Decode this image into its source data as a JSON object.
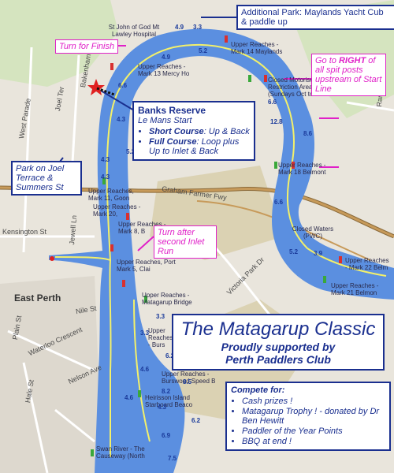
{
  "streets": {
    "west_parade": "West Parade",
    "joel_ter": "Joel Ter",
    "bakenham_st": "Bakenham St",
    "kensington_st": "Kensington St",
    "jewell_ln": "Jewell Ln",
    "nile_st": "Nile St",
    "plain_st": "Plain St",
    "waterloo_cres": "Waterloo Crescent",
    "hale_st": "Hale St",
    "nelson_ave": "Nelson Ave",
    "graham_farmer": "Graham Farmer Fwy",
    "victoria_park_dr": "Victoria Park Dr",
    "rank_rd": "Rank Rd"
  },
  "places": {
    "east_perth": "East Perth",
    "hospital": "St John of God Mt Lawley Hospital",
    "closed_waters": "Closed Waters (PWC)",
    "heirisson": "Heirisson Island Starboard Beaco",
    "swan_river": "Swan River - The Causeway (North"
  },
  "marks": {
    "m14": "Upper Reaches - Mark 14 Maylands",
    "m13": "Upper Reaches - Mark 13 Mercy Ho",
    "closed_motor": "Closed Motorised Restriction Area (Sundays Oct to",
    "m18": "Upper Reaches - Mark 18 Belmont",
    "m11": "Upper Reaches, Mark 11, Goon",
    "m20": "Upper Reaches - Mark 20,",
    "m8": "Upper Reaches - Mark 8, B",
    "m22": "Upper Reaches - Mark 22 Belm",
    "m21": "Upper Reaches - Mark 21 Belmon",
    "m5": "Upper Reaches, Port Mark 5, Clai",
    "matagarup": "Upper Reaches - Matagarup Bridge",
    "burswood_speed": "Upper Reaches - Burswood Speed B",
    "burswood_mark": "Upper Reaches - Burs"
  },
  "depths": [
    "4.9",
    "3.3",
    "5.2",
    "4.9",
    "6.6",
    "6.6",
    "12.8",
    "4.3",
    "5.2",
    "4.3",
    "8.6",
    "6.6",
    "5.2",
    "3.9",
    "3.3",
    "3.3",
    "8.5",
    "6.2",
    "4.3",
    "4.6",
    "8.2",
    "4.6",
    "6.9",
    "6.2",
    "7.5",
    "4.3"
  ],
  "callouts": {
    "additional_park": "Additional Park: Maylands Yacht Cub & paddle up",
    "turn_finish": "Turn for Finish",
    "go_right_1": "Go to ",
    "go_right_2": "RIGHT",
    "go_right_3": " of all spit posts upstream of Start Line",
    "turn_after": "Turn after second Inlet Run",
    "park_joel": "Park on Joel Terrace & Summers St"
  },
  "banks": {
    "title": "Banks Reserve",
    "subtitle": "Le Mans Start",
    "short_label": "Short Course",
    "short_text": ": Up & Back",
    "full_label": "Full Course",
    "full_text": ": Loop plus Up to Inlet & Back"
  },
  "title_box": {
    "title": "The Matagarup Classic",
    "line1": "Proudly supported by",
    "line2": "Perth Paddlers Club"
  },
  "compete": {
    "heading": "Compete for:",
    "items": [
      "Cash prizes !",
      "Matagarup Trophy ! - donated by Dr Ben Hewitt",
      "Paddler of the Year Points",
      "BBQ at end !"
    ]
  },
  "colors": {
    "water": "#5b8fe0",
    "course": "#f3f06a",
    "callout_border": "#1a2f8f",
    "pink": "#e020c8",
    "start_star": "#e02020"
  }
}
